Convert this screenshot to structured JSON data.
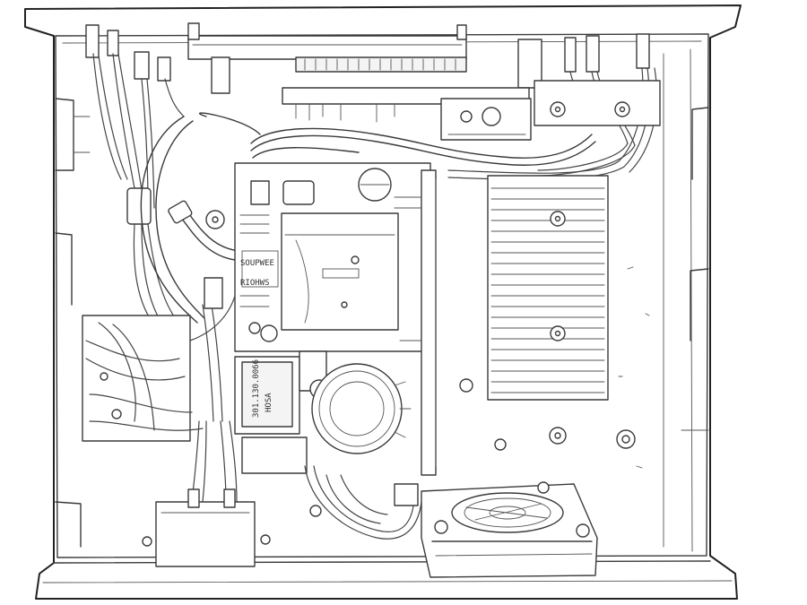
{
  "photo": {
    "style": "pencil-sketch",
    "colors": {
      "line": "#3a3a3a",
      "background": "#ffffff"
    },
    "labels": {
      "transformer_label_line1": "301.130.0066",
      "transformer_label_line2": "HOSA",
      "board_mark_1": "SOUPWEE",
      "board_mark_2": "RIOHWS"
    }
  }
}
